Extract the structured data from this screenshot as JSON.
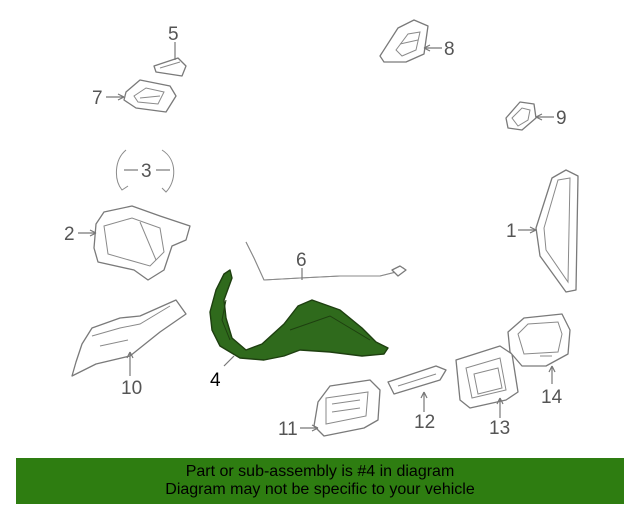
{
  "diagram": {
    "callouts": {
      "c1": "1",
      "c2": "2",
      "c3": "3",
      "c4": "4",
      "c5": "5",
      "c6": "6",
      "c7": "7",
      "c8": "8",
      "c9": "9",
      "c10": "10",
      "c11": "11",
      "c12": "12",
      "c13": "13",
      "c14": "14"
    },
    "highlight_color": "#2e7d11",
    "highlighted_part": "4"
  },
  "banner": {
    "line1": "Part or sub-assembly is #4 in diagram",
    "line2": "Diagram may not be specific to your vehicle",
    "background": "#2e7d11"
  }
}
